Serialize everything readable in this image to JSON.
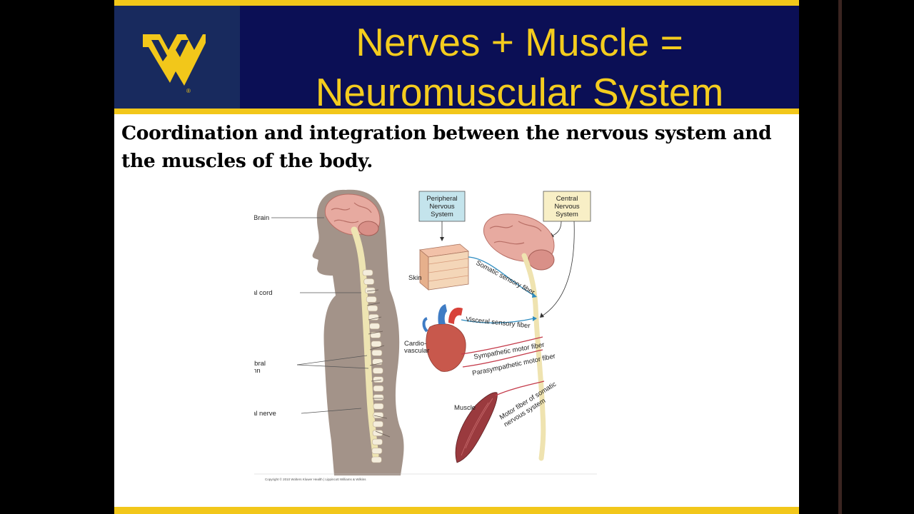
{
  "title": {
    "line1": "Nerves + Muscle =",
    "line2": "Neuromuscular System"
  },
  "subtitle": "Coordination and integration between the nervous system and the muscles of the body.",
  "colors": {
    "navy": "#0b0f55",
    "gold": "#f2c71a",
    "logo_panel": "#182a5e"
  },
  "logo": {
    "icon": "wv-university-logo",
    "mark": "®"
  },
  "figure": {
    "labels": {
      "brain": "Brain",
      "spinal_cord": "Spinal cord",
      "vertebral_column_1": "Vertebral",
      "vertebral_column_2": "column",
      "spinal_nerve": "Spinal nerve",
      "pns_1": "Peripheral",
      "pns_2": "Nervous",
      "pns_3": "System",
      "cns_1": "Central",
      "cns_2": "Nervous",
      "cns_3": "System",
      "skin": "Skin",
      "cardio_1": "Cardio-",
      "cardio_2": "vascular",
      "muscle": "Muscle",
      "somatic_sensory": "Somatic sensory fiber",
      "visceral_sensory": "Visceral sensory fiber",
      "sympathetic_motor": "Sympathetic motor fiber",
      "parasympathetic_motor": "Parasympathetic motor fiber",
      "motor_somatic_1": "Motor fiber of somatic",
      "motor_somatic_2": "nervous system"
    },
    "copyright": "Copyright © 2010 Wolters Kluwer Health | Lippincott Williams & Wilkins"
  }
}
